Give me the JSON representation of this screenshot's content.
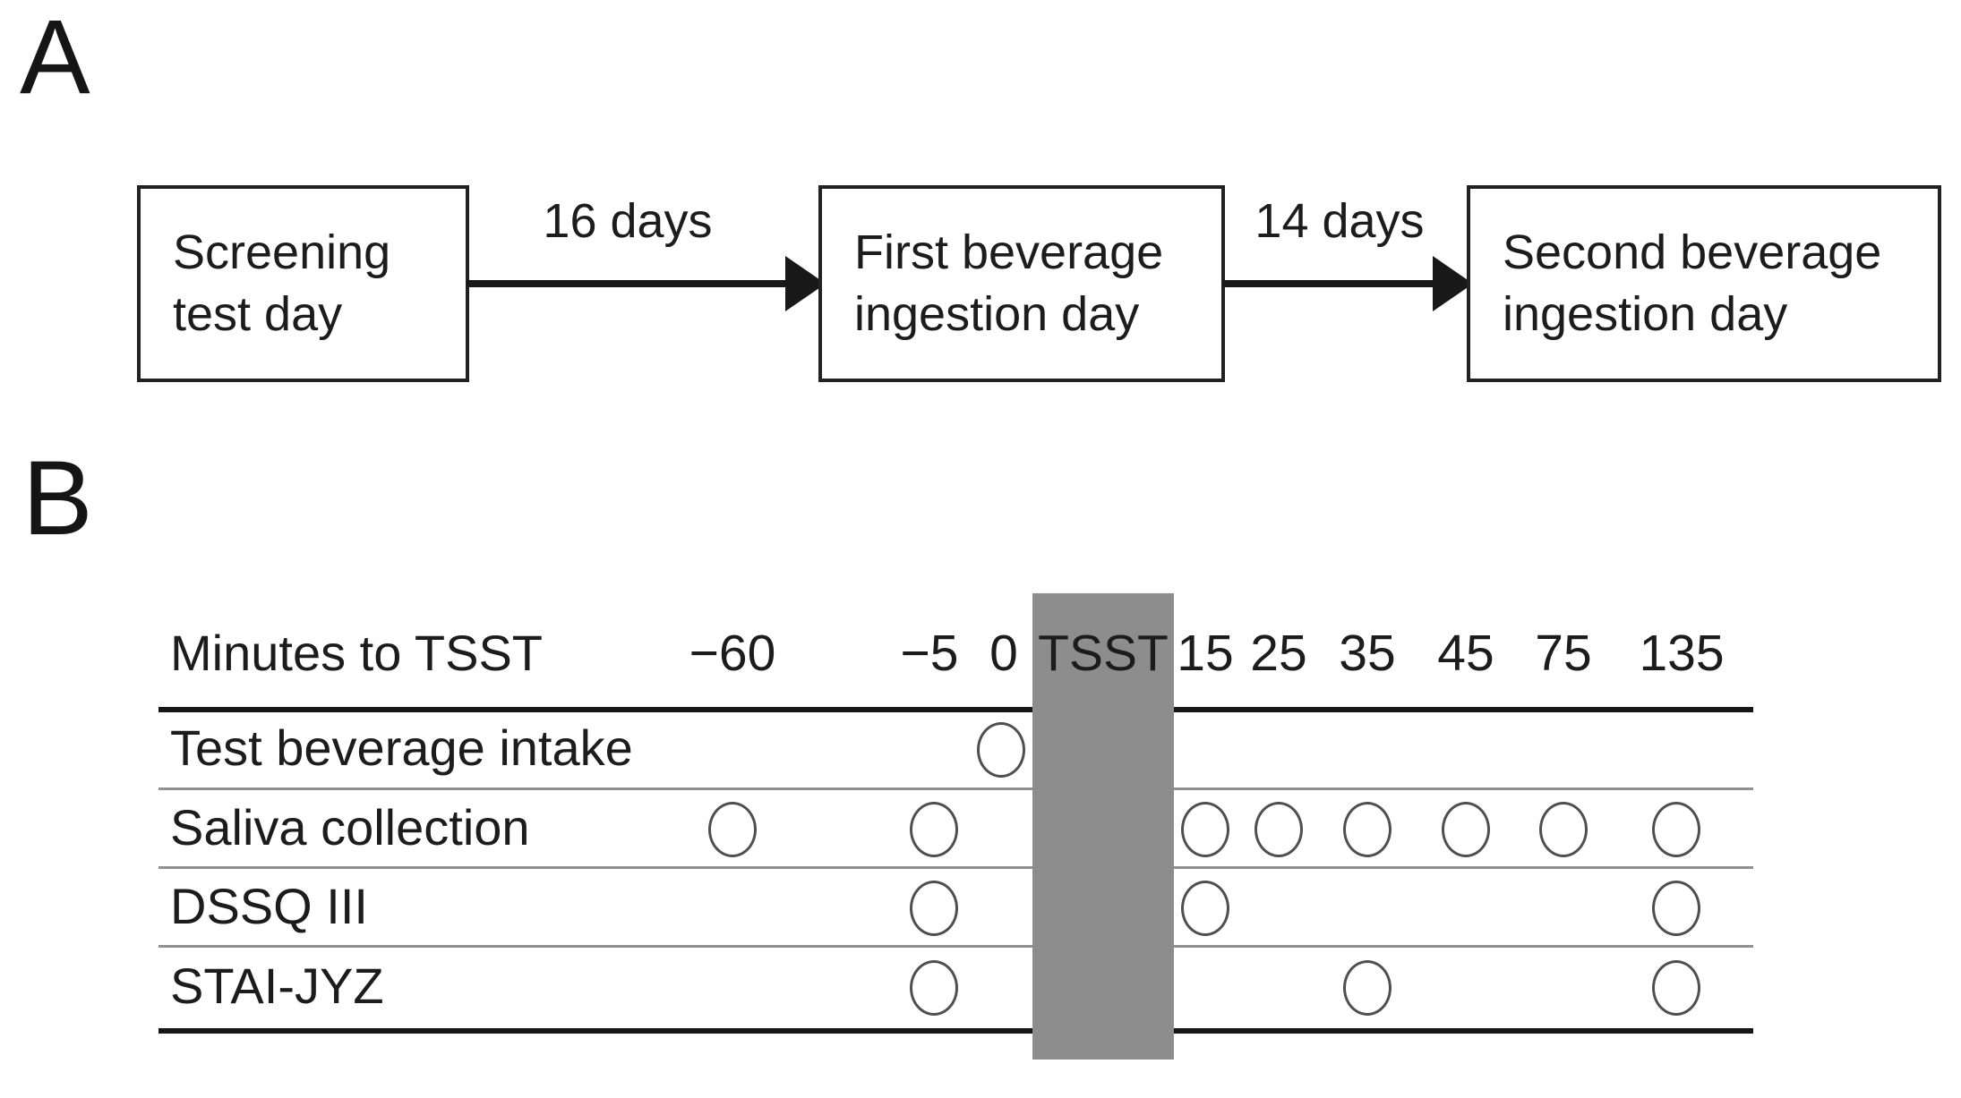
{
  "panel_a": {
    "label": "A",
    "boxes": [
      {
        "line1": "Screening",
        "line2": "test day"
      },
      {
        "line1": "First beverage",
        "line2": "ingestion day"
      },
      {
        "line1": "Second beverage",
        "line2": "ingestion day"
      }
    ],
    "arrows": [
      {
        "label": "16 days"
      },
      {
        "label": "14 days"
      }
    ]
  },
  "panel_b": {
    "label": "B",
    "header_label": "Minutes to TSST",
    "time_points": [
      "−60",
      "−5",
      "0",
      "TSST",
      "15",
      "25",
      "35",
      "45",
      "75",
      "135"
    ],
    "rows": [
      {
        "label": "Test beverage intake",
        "circles_at": [
          "0"
        ]
      },
      {
        "label": "Saliva collection",
        "circles_at": [
          "−60",
          "−5",
          "15",
          "25",
          "35",
          "45",
          "75",
          "135"
        ]
      },
      {
        "label": "DSSQ III",
        "circles_at": [
          "−5",
          "15",
          "135"
        ]
      },
      {
        "label": "STAI-JYZ",
        "circles_at": [
          "−5",
          "35",
          "135"
        ]
      }
    ],
    "colors": {
      "tsst_bar": "#8d8d8d"
    }
  }
}
